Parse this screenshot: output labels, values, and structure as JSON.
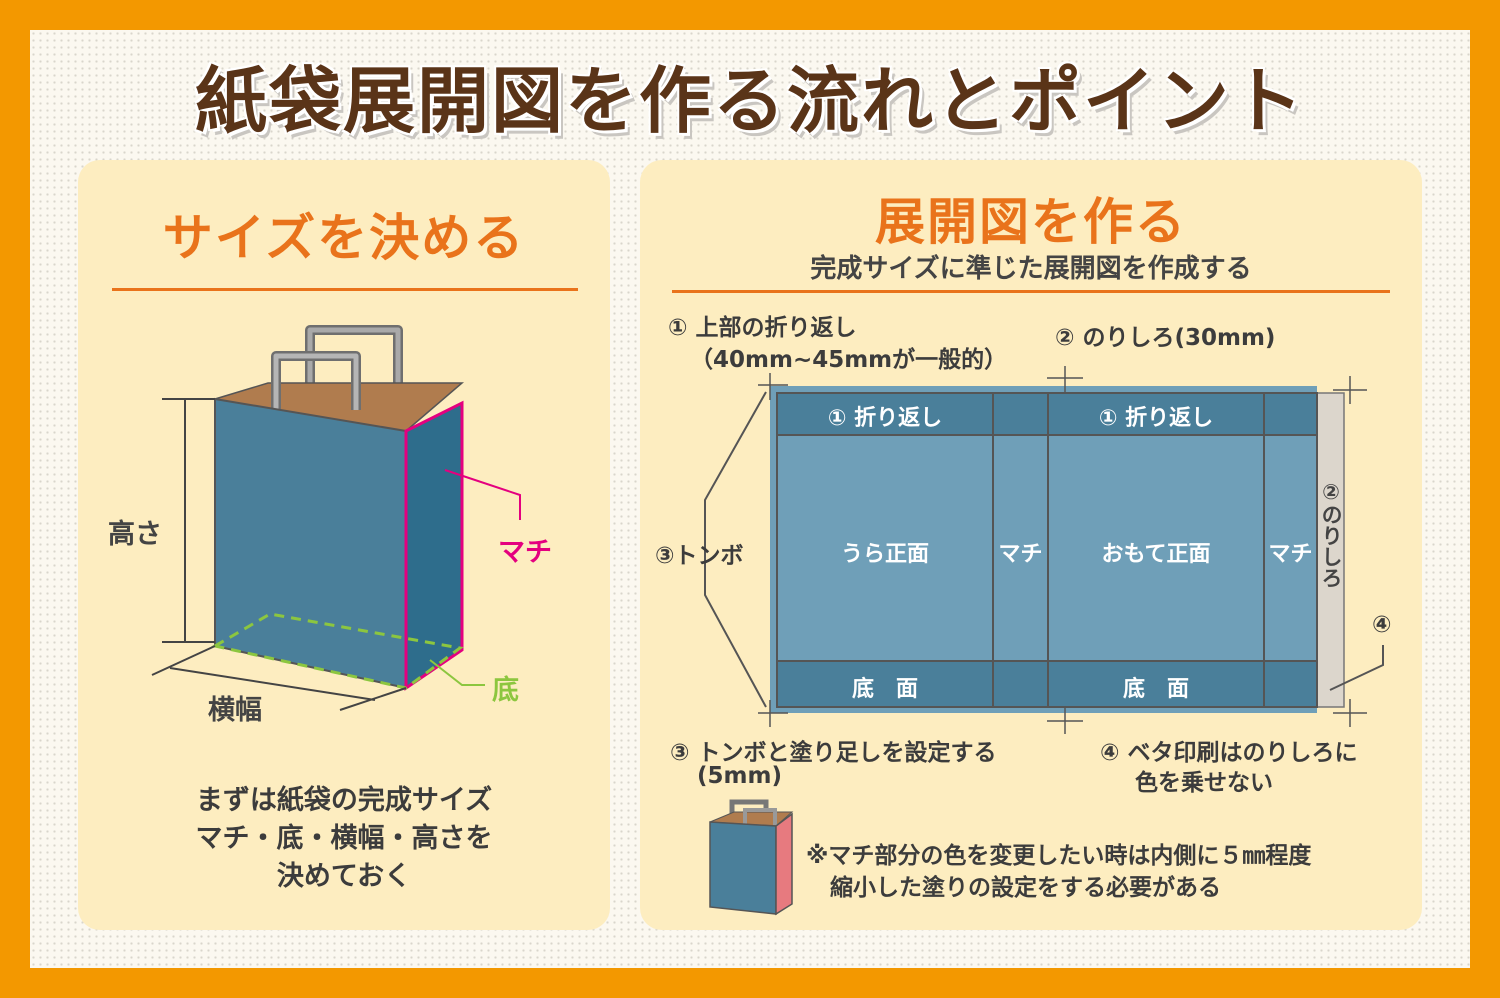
{
  "title": "紙袋展開図を作る流れとポイント",
  "left": {
    "heading": "サイズを決める",
    "labels": {
      "height": "高さ",
      "width": "横幅",
      "gusset": "マチ",
      "bottom": "底"
    },
    "description": [
      "まずは紙袋の完成サイズ",
      "マチ・底・横幅・高さを",
      "決めておく"
    ]
  },
  "right": {
    "heading": "展開図を作る",
    "subheading": "完成サイズに準じた展開図を作成する",
    "notes": {
      "fold_line1": "① 上部の折り返し",
      "fold_line2": "（40mm~45mmが一般的）",
      "glue": "② のりしろ(30mm)",
      "trim": "③トンボ",
      "bleed_line1": "③ トンボと塗り足しを設定する",
      "bleed_line2": "(5mm)",
      "solid_line1": "④ ベタ印刷はのりしろに",
      "solid_line2": "色を乗せない",
      "marker4": "④"
    },
    "template": {
      "fold_left": "① 折り返し",
      "fold_right": "① 折り返し",
      "back_face": "うら正面",
      "front_face": "おもて正面",
      "gusset_left": "マチ",
      "gusset_right": "マチ",
      "bottom_left": "底　面",
      "bottom_right": "底　面",
      "glue_strip": "②のりしろ"
    },
    "footnote": [
      "※マチ部分の色を変更したい時は内側に５㎜程度",
      "縮小した塗りの設定をする必要がある"
    ]
  },
  "colors": {
    "frame": "#f39800",
    "title": "#5a3418",
    "panel": "#fdedc0",
    "accent": "#e9731b",
    "bag_blue": "#4a7f9a",
    "gusset_blue": "#2e6d8c",
    "template_blue": "#6f9fb8",
    "magenta": "#e4007f",
    "green": "#8cc63f",
    "kraft": "#b07c4e",
    "glue_gray": "#dcd6cc",
    "inner_pink": "#e77a7f"
  }
}
